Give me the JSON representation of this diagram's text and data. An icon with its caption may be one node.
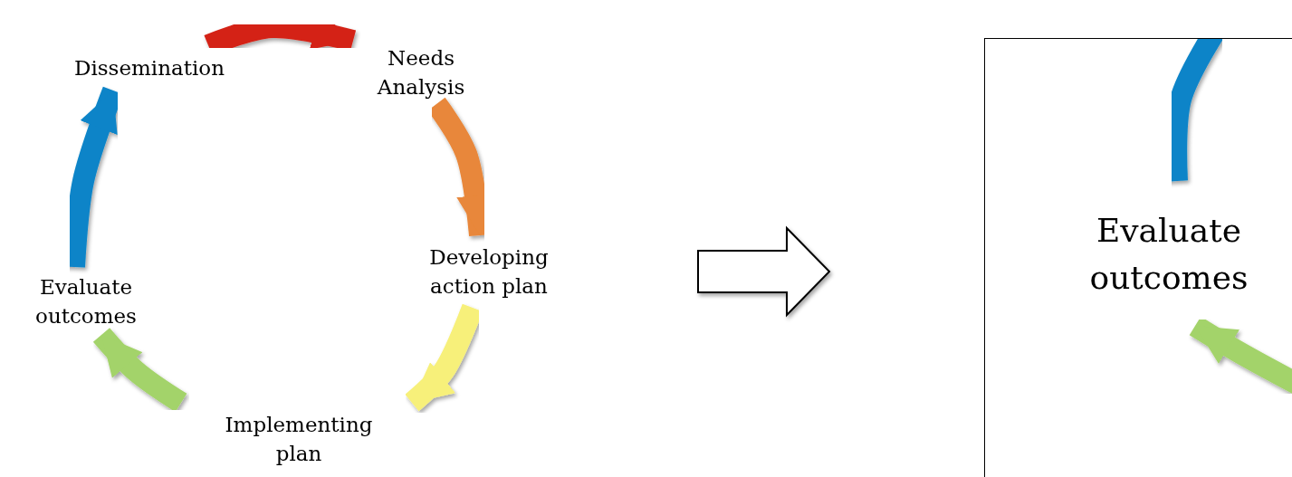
{
  "diagram": {
    "nodes": [
      {
        "text": [
          "Dissemination"
        ]
      },
      {
        "text": [
          "Needs Analysis"
        ]
      },
      {
        "text": [
          "Developing action plan"
        ]
      },
      {
        "text": [
          "Implementing plan"
        ]
      },
      {
        "text": [
          "Evaluate outcomes"
        ]
      },
      {
        "text": [],
        "shape": "box"
      },
      {
        "text": [
          "Evaluate outcomes"
        ],
        "in": 5
      }
    ],
    "edges": [
      {
        "from": 0,
        "to": 1,
        "arrow": "to",
        "color": "#d42417"
      },
      {
        "from": 1,
        "to": 2,
        "arrow": "to",
        "color": "#e8873a"
      },
      {
        "from": 2,
        "to": 3,
        "arrow": "to",
        "color": "#f7f07a"
      },
      {
        "from": 3,
        "to": 4,
        "arrow": "to",
        "color": "#a3d36a"
      },
      {
        "from": 4,
        "to": 0,
        "arrow": "to",
        "color": "#0a84c8"
      },
      {
        "from": 6,
        "to": null,
        "arrow": "none",
        "color": "#0a84c8"
      },
      {
        "from": null,
        "to": 6,
        "arrow": "to",
        "color": "#a3d36a"
      }
    ]
  }
}
